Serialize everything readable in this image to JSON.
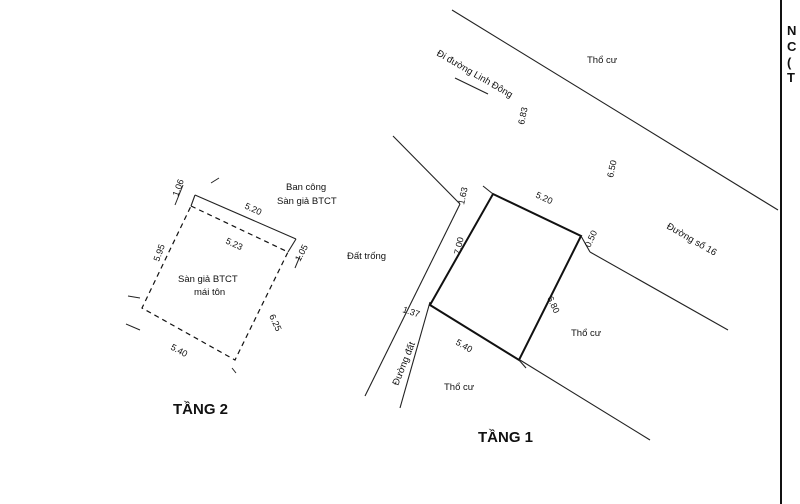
{
  "floor2": {
    "title": "TẦNG 2",
    "balcony_label_1": "Ban công",
    "balcony_label_2": "Sàn giả BTCT",
    "inner_label_1": "Sàn giả BTCT",
    "inner_label_2": "mái tôn",
    "dims": {
      "left_small": "1.06",
      "top": "5.20",
      "inner_top": "5.23",
      "right_small": "1.05",
      "left": "5.95",
      "right": "6.25",
      "bottom": "5.40"
    }
  },
  "floor1": {
    "title": "TẦNG 1",
    "dims": {
      "top_left": "1.63",
      "top": "5.20",
      "right_small": "0.50",
      "left": "7.00",
      "right": "6.80",
      "bottom_left": "1.37",
      "bottom": "5.40",
      "road_width": "6.83",
      "right_road": "6.50"
    },
    "labels": {
      "road_top": "Đi đường Linh Đông",
      "road_right": "Đường số 16",
      "vacant": "Đất trống",
      "alley": "Đường đất",
      "residential_top": "Thổ cư",
      "residential_right": "Thổ cư",
      "residential_bottom": "Thổ cư"
    }
  },
  "side_panel": {
    "chars": [
      "N",
      "C",
      "(",
      "T"
    ]
  }
}
